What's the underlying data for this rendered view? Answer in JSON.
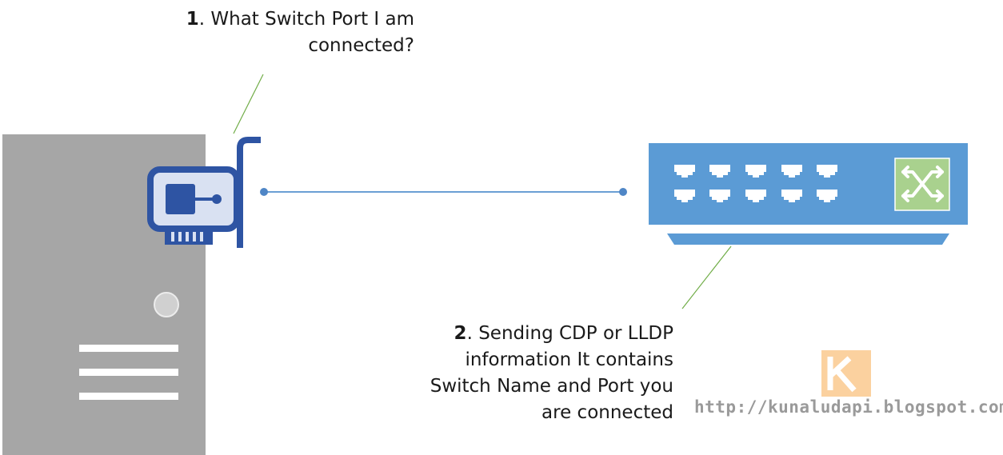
{
  "callouts": [
    {
      "number": "1",
      "lines": [
        "What Switch Port I am",
        "connected?"
      ]
    },
    {
      "number": "2",
      "lines": [
        "Sending CDP or LLDP",
        "information It contains",
        "Switch Name and Port you",
        "are connected"
      ]
    }
  ],
  "watermark": {
    "url": "http://kunaludapi.blogspot.com",
    "logo_letter": "K"
  },
  "colors": {
    "server": "#a6a6a6",
    "nic_outline": "#2e54a3",
    "nic_fill": "#d9e1f2",
    "switch_body": "#5b9bd5",
    "switch_logo": "#a9d18e",
    "link_line": "#6a9fd4",
    "callout_line": "#70ad47",
    "watermark_logo": "#fbc98f"
  },
  "icons": {
    "server": "server-tower-icon",
    "nic": "network-card-icon",
    "switch": "network-switch-icon",
    "switch_logo": "switch-arrows-icon"
  }
}
